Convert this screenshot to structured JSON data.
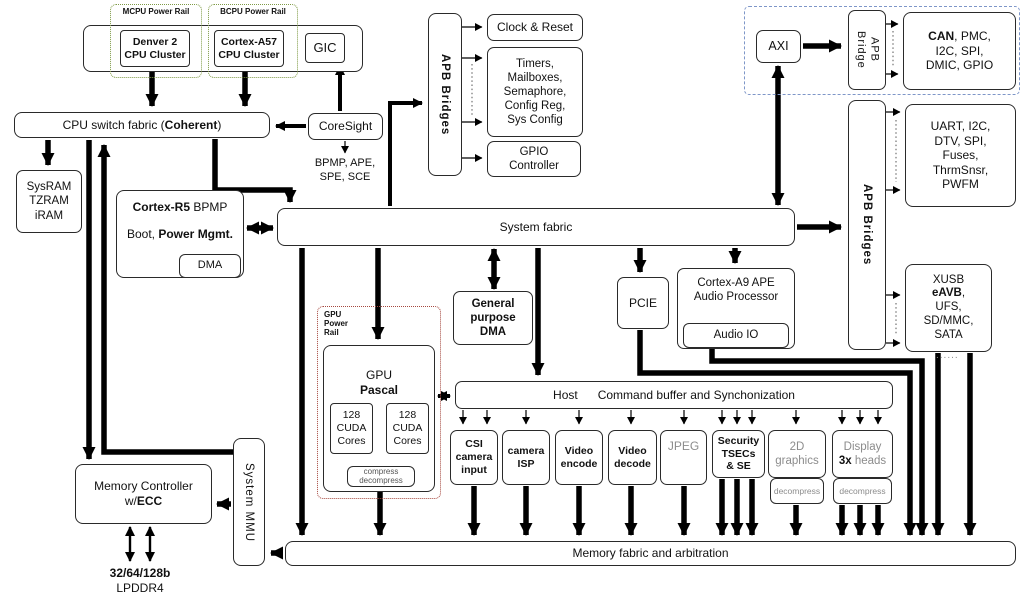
{
  "colors": {
    "rail_green": "#7f9a45",
    "rail_red": "#a5483f",
    "island_blue": "#7e96c8",
    "gray_text": "#8c8c8c"
  },
  "cpu": {
    "mcpu_rail": "MCPU Power Rail",
    "bcpu_rail": "BCPU Power Rail",
    "denver": "Denver 2\nCPU Cluster",
    "a57": "Cortex-A57\nCPU Cluster",
    "gic": "GIC",
    "switch_pre": "CPU switch fabric (",
    "switch_bold": "Coherent",
    "switch_post": ")",
    "coresight": "CoreSight",
    "coresight_note": "BPMP, APE,\nSPE, SCE",
    "sysram": "SysRAM\nTZRAM\niRAM"
  },
  "bpmp": {
    "name_bold": "Cortex-R5",
    "name_rest": " BPMP",
    "boot_pre": "Boot, ",
    "boot_bold": "Power Mgmt.",
    "dma": "DMA"
  },
  "apb_top": {
    "label": "APB Bridges",
    "clock": "Clock & Reset",
    "timers": "Timers,\nMailboxes,\nSemaphore,\nConfig Reg,\nSys Config",
    "gpio": "GPIO\nController"
  },
  "axi_island": {
    "axi": "AXI",
    "bridge": "APB\nBridge",
    "can_bold": "CAN",
    "can_rest": ", PMC,\nI2C, SPI,\nDMIC, GPIO"
  },
  "apb_right": {
    "label": "APB Bridges",
    "uart": "UART, I2C,\nDTV, SPI,\nFuses,\nThrmSnsr,\nPWFM",
    "xusb_l1": "XUSB",
    "xusb_bold": "eAVB",
    "xusb_rest": ",\nUFS,\nSD/MMC,\nSATA",
    "dots": "......"
  },
  "fabric": {
    "system": "System fabric",
    "memory": "Memory fabric and arbitration"
  },
  "center": {
    "gpdma": "General\npurpose\nDMA",
    "pcie": "PCIE",
    "ape": "Cortex-A9 APE\nAudio Processor",
    "audio_io": "Audio IO"
  },
  "gpu": {
    "rail": "GPU\nPower\nRail",
    "name": "GPU",
    "arch": "Pascal",
    "cuda": "128\nCUDA\nCores",
    "compress": "compress\ndecompress"
  },
  "host": {
    "host": "Host",
    "rest": "Command buffer and Synchonization"
  },
  "engines": {
    "csi": "CSI\ncamera\ninput",
    "isp": "camera\nISP",
    "venc": "Video\nencode",
    "vdec": "Video\ndecode",
    "jpeg": "JPEG",
    "security": "Security\nTSECs\n& SE",
    "g2d": "2D\ngraphics",
    "disp_l1": "Display",
    "disp_bold": "3x",
    "disp_rest": " heads",
    "decompress": "decompress"
  },
  "memory": {
    "ctl_l1": "Memory Controller",
    "ctl_pre": "w/",
    "ctl_bold": "ECC",
    "mmu": "System MMU",
    "ddr_bold": "32/64/128b",
    "ddr": "LPDDR4"
  }
}
